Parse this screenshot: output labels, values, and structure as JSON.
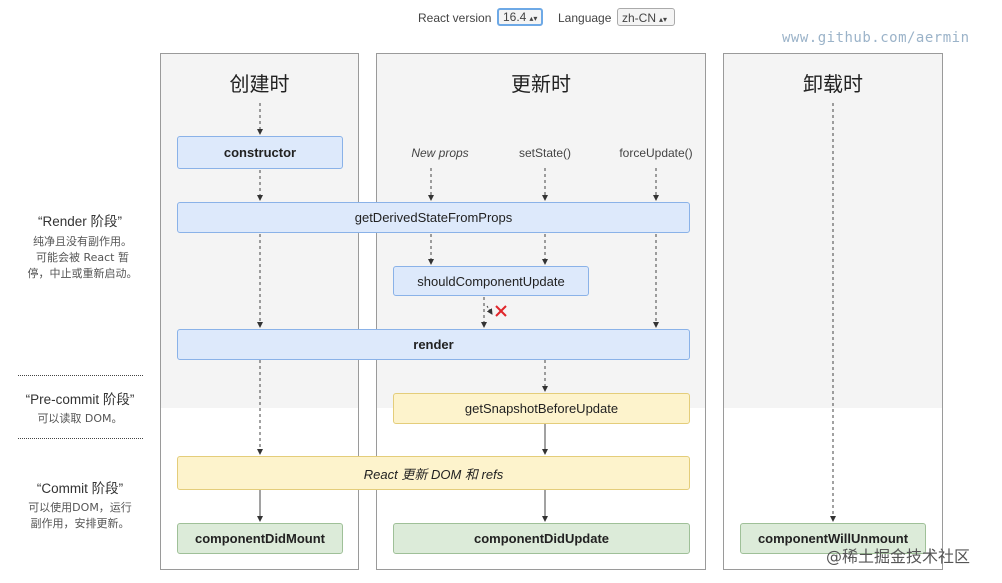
{
  "header": {
    "react_version_label": "React version",
    "react_version_value": "16.4",
    "language_label": "Language",
    "language_value": "zh-CN"
  },
  "watermark": "www.github.com/aermin",
  "phases": {
    "mount": "创建时",
    "update": "更新时",
    "unmount": "卸载时"
  },
  "triggers": {
    "new_props": "New props",
    "set_state": "setState()",
    "force_update": "forceUpdate()"
  },
  "methods": {
    "constructor": "constructor",
    "get_derived_state": "getDerivedStateFromProps",
    "should_update": "shouldComponentUpdate",
    "render": "render",
    "snapshot": "getSnapshotBeforeUpdate",
    "react_updates": "React 更新 DOM 和 refs",
    "did_mount": "componentDidMount",
    "did_update": "componentDidUpdate",
    "will_unmount": "componentWillUnmount"
  },
  "stages": {
    "render_title": "“Render 阶段”",
    "render_desc_1": "纯净且没有副作用。",
    "render_desc_2": "可能会被 React 暂",
    "render_desc_3": "停，中止或重新启动。",
    "precommit_title": "“Pre-commit 阶段”",
    "precommit_desc": "可以读取 DOM。",
    "commit_title": "“Commit 阶段”",
    "commit_desc_1": "可以使用DOM，运行",
    "commit_desc_2": "副作用，安排更新。"
  },
  "footer_brand": "@稀土掘金技术社区",
  "colors": {
    "render_phase_bg": "#dde9fb",
    "precommit_bg": "#fdf3cc",
    "commit_bg": "#dcebd9",
    "cancel_mark": "#e0262b"
  },
  "icons": {
    "cancel": "cross-icon",
    "dropdown": "up-down-arrows-icon"
  }
}
